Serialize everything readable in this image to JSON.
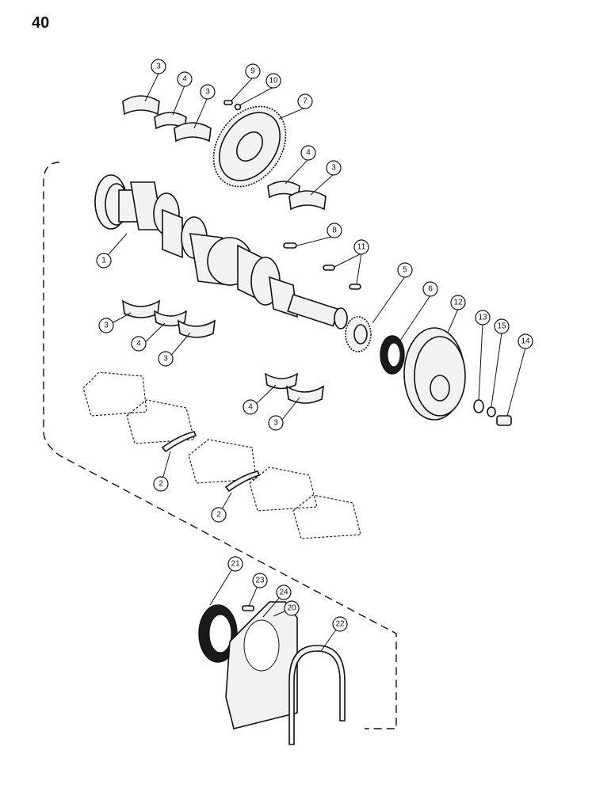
{
  "page": {
    "number": "40"
  },
  "callouts": {
    "c1": "1",
    "c2a": "2",
    "c2b": "2",
    "c3a": "3",
    "c3b": "3",
    "c3c": "3",
    "c3d": "3",
    "c3e": "3",
    "c3f": "3",
    "c4a": "4",
    "c4b": "4",
    "c4c": "4",
    "c4d": "4",
    "c5": "5",
    "c6": "6",
    "c7": "7",
    "c8": "8",
    "c9": "9",
    "c10": "10",
    "c11": "11",
    "c12": "12",
    "c13": "13",
    "c14": "14",
    "c15": "15",
    "c20": "20",
    "c21": "21",
    "c22": "22",
    "c23": "23",
    "c24": "24"
  }
}
